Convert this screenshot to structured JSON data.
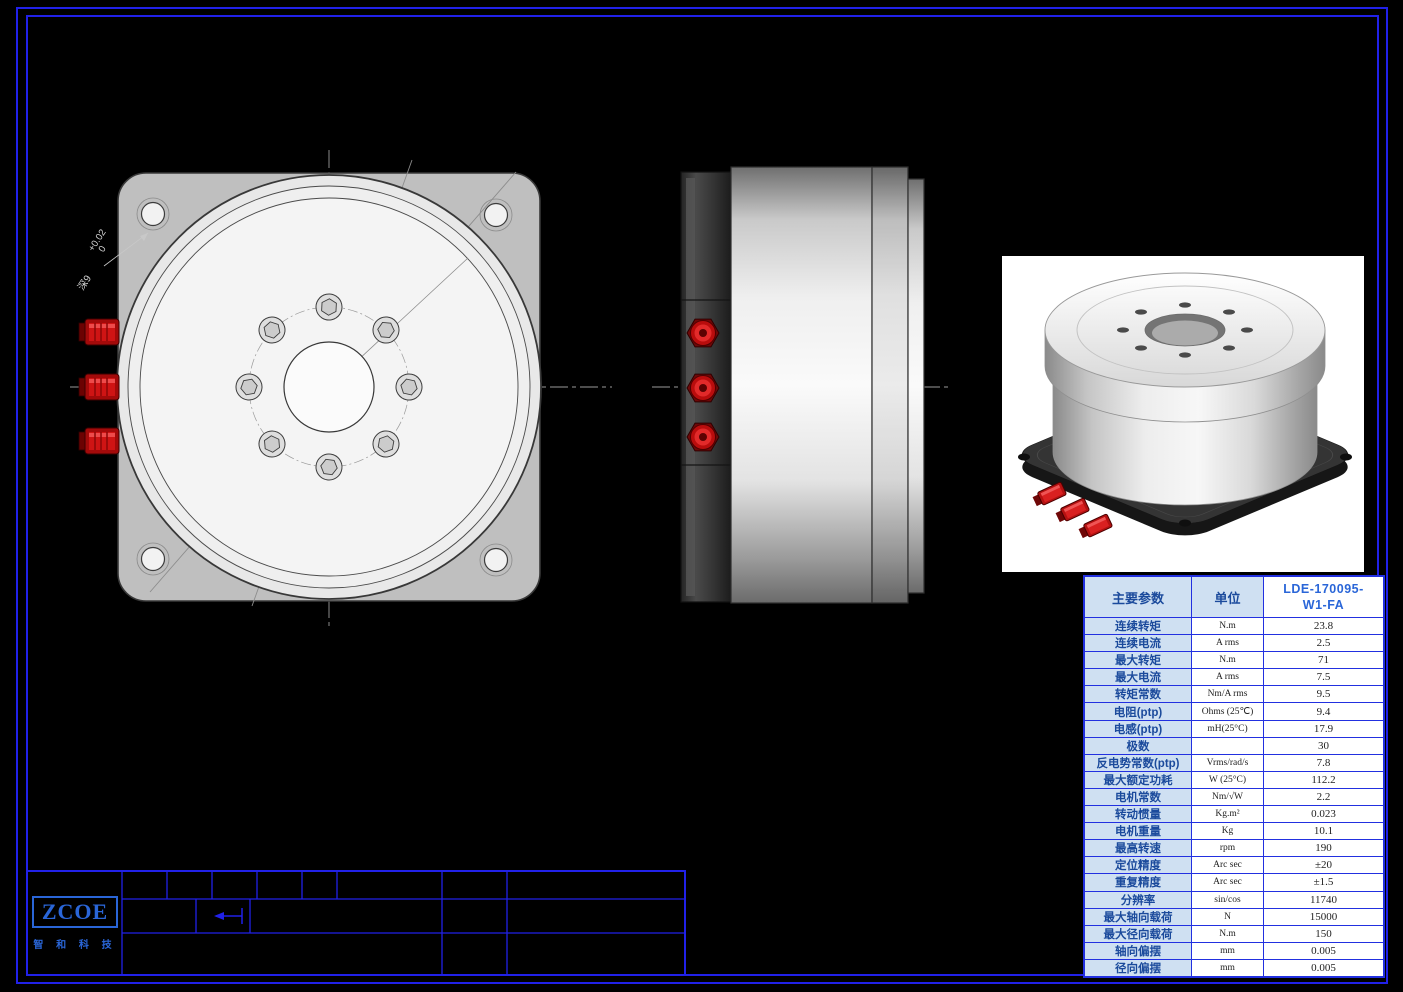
{
  "colors": {
    "frame_blue": "#2121e8",
    "table_grid_blue": "#2230e0",
    "table_header_bg": "#cfe0f2",
    "param_label_blue": "#1b4a9c",
    "model_text_blue": "#2a66d8",
    "connector_red": "#c41111"
  },
  "drawing": {
    "annotations": [
      "+0.02",
      "0",
      "深9"
    ]
  },
  "spec_table": {
    "header": {
      "param": "主要参数",
      "unit": "单位",
      "model_line1": "LDE-170095-",
      "model_line2": "W1-FA"
    },
    "rows": [
      {
        "param": "连续转矩",
        "unit": "N.m",
        "value": "23.8"
      },
      {
        "param": "连续电流",
        "unit": "A rms",
        "value": "2.5"
      },
      {
        "param": "最大转矩",
        "unit": "N.m",
        "value": "71"
      },
      {
        "param": "最大电流",
        "unit": "A rms",
        "value": "7.5"
      },
      {
        "param": "转矩常数",
        "unit": "Nm/A rms",
        "value": "9.5"
      },
      {
        "param": "电阻(ptp)",
        "unit": "Ohms (25℃)",
        "value": "9.4"
      },
      {
        "param": "电感(ptp)",
        "unit": "mH(25°C)",
        "value": "17.9"
      },
      {
        "param": "极数",
        "unit": "",
        "value": "30"
      },
      {
        "param": "反电势常数(ptp)",
        "unit": "Vrms/rad/s",
        "value": "7.8"
      },
      {
        "param": "最大额定功耗",
        "unit": "W (25°C)",
        "value": "112.2"
      },
      {
        "param": "电机常数",
        "unit": "Nm/√W",
        "value": "2.2"
      },
      {
        "param": "转动惯量",
        "unit": "Kg.m²",
        "value": "0.023"
      },
      {
        "param": "电机重量",
        "unit": "Kg",
        "value": "10.1"
      },
      {
        "param": "最高转速",
        "unit": "rpm",
        "value": "190"
      },
      {
        "param": "定位精度",
        "unit": "Arc sec",
        "value": "±20"
      },
      {
        "param": "重复精度",
        "unit": "Arc sec",
        "value": "±1.5"
      },
      {
        "param": "分辨率",
        "unit": "sin/cos",
        "value": "11740"
      },
      {
        "param": "最大轴向载荷",
        "unit": "N",
        "value": "15000"
      },
      {
        "param": "最大径向载荷",
        "unit": "N.m",
        "value": "150"
      },
      {
        "param": "轴向偏摆",
        "unit": "mm",
        "value": "0.005"
      },
      {
        "param": "径向偏摆",
        "unit": "mm",
        "value": "0.005"
      }
    ]
  },
  "title_block": {
    "logo_text": "ZCOE",
    "logo_subtext": "智 和 科 技"
  }
}
